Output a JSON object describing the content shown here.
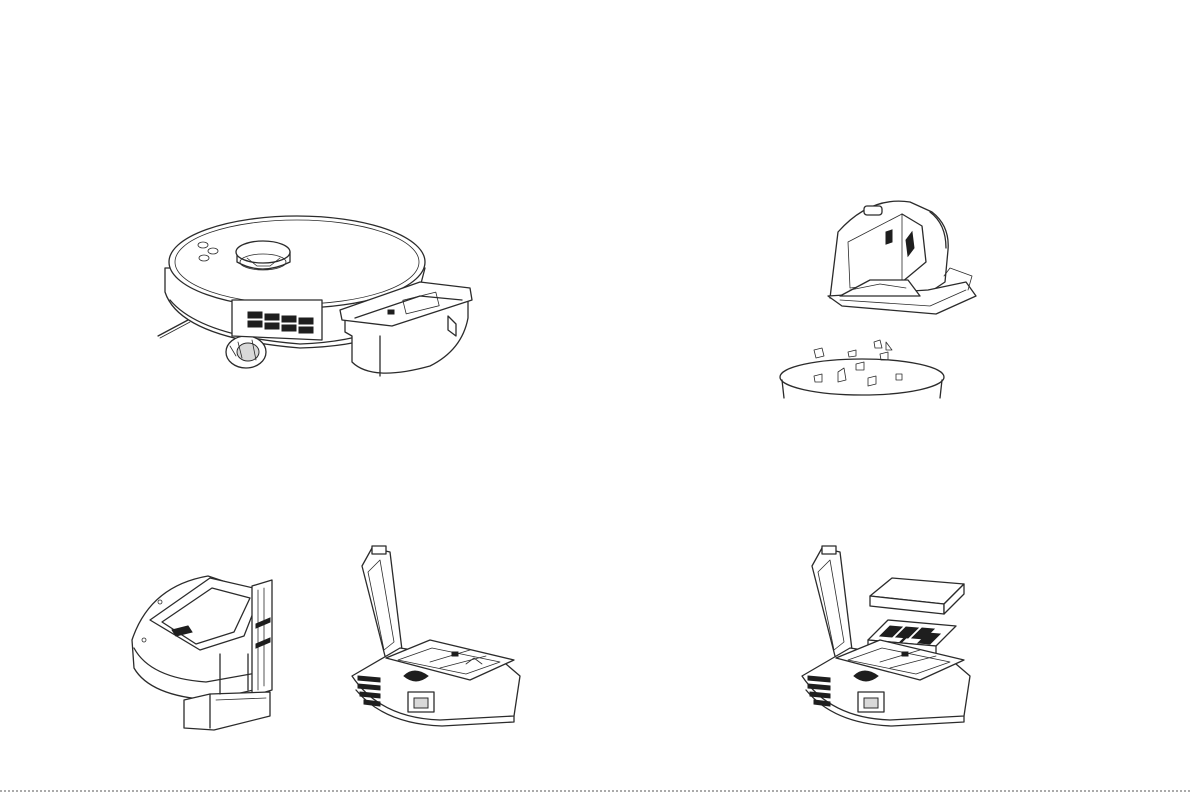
{
  "illustrations": [
    {
      "id": "robot-with-dustbin",
      "icon": "robot-vacuum-icon"
    },
    {
      "id": "emptying-dustbin",
      "icon": "dustbin-empty-icon"
    },
    {
      "id": "dustbin-lid-closed",
      "icon": "dustbin-closed-icon"
    },
    {
      "id": "dustbin-lid-open",
      "icon": "dustbin-open-icon"
    },
    {
      "id": "dustbin-filter-removed",
      "icon": "dustbin-filter-icon"
    }
  ],
  "colors": {
    "line": "#2b2b2b",
    "background": "#ffffff"
  }
}
